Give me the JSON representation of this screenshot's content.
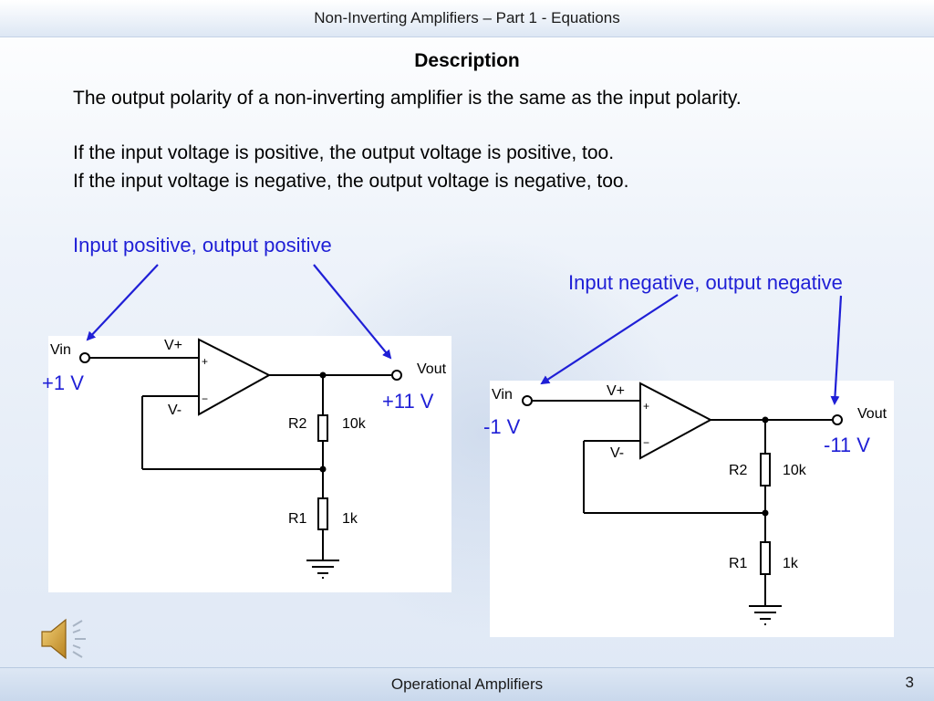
{
  "header": {
    "title": "Non-Inverting Amplifiers – Part 1 - Equations"
  },
  "content": {
    "heading": "Description",
    "line1": "The output polarity of a non-inverting amplifier is the same as the input polarity.",
    "line2": "If the input voltage is positive, the output voltage is positive, too.",
    "line3": "If the input voltage is negative, the output voltage is negative, too."
  },
  "left_example": {
    "caption": "Input positive, output positive",
    "vin_label": "Vin",
    "vout_label": "Vout",
    "vplus_label": "V+",
    "vminus_label": "V-",
    "plus_sign": "+",
    "minus_sign": "−",
    "r2_label": "R2",
    "r2_value": "10k",
    "r1_label": "R1",
    "r1_value": "1k",
    "input_voltage": "+1 V",
    "output_voltage": "+11 V"
  },
  "right_example": {
    "caption": "Input negative, output negative",
    "vin_label": "Vin",
    "vout_label": "Vout",
    "vplus_label": "V+",
    "vminus_label": "V-",
    "plus_sign": "+",
    "minus_sign": "−",
    "r2_label": "R2",
    "r2_value": "10k",
    "r1_label": "R1",
    "r1_value": "1k",
    "input_voltage": "-1 V",
    "output_voltage": "-11 V"
  },
  "footer": {
    "text": "Operational Amplifiers",
    "page": "3"
  },
  "colors": {
    "accent_blue": "#1f1fd6"
  },
  "icons": {
    "audio": "speaker-icon"
  }
}
